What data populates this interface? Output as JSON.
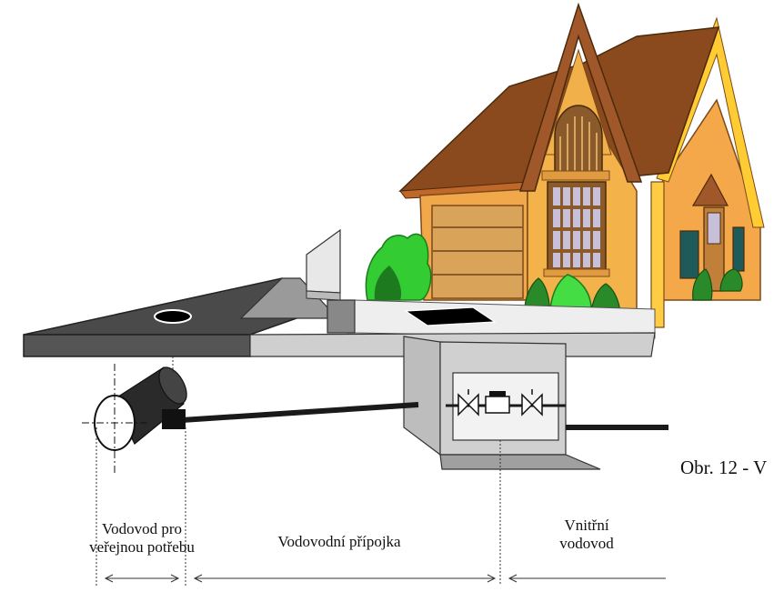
{
  "labels": {
    "public_main_line1": "Vodovod pro",
    "public_main_line2": "veřejnou potřebu",
    "connection": "Vodovodní přípojka",
    "internal_line1": "Vnitřní",
    "internal_line2": "vodovod"
  },
  "caption": "Obr. 12 - V",
  "colors": {
    "road": "#4a4a4a",
    "ground_edge": "#3a3a3a",
    "pavement": "#eeeeee",
    "pipe": "#1a1a1a",
    "pit": "#c8c8c8",
    "roof": "#8a4a1a",
    "wall": "#f4b24a",
    "wall_light": "#ffd98a",
    "garage": "#d4a45a",
    "window_frame": "#8a5a2a",
    "shrub": "#33cc33",
    "shrub_dark": "#1e7a1e"
  }
}
